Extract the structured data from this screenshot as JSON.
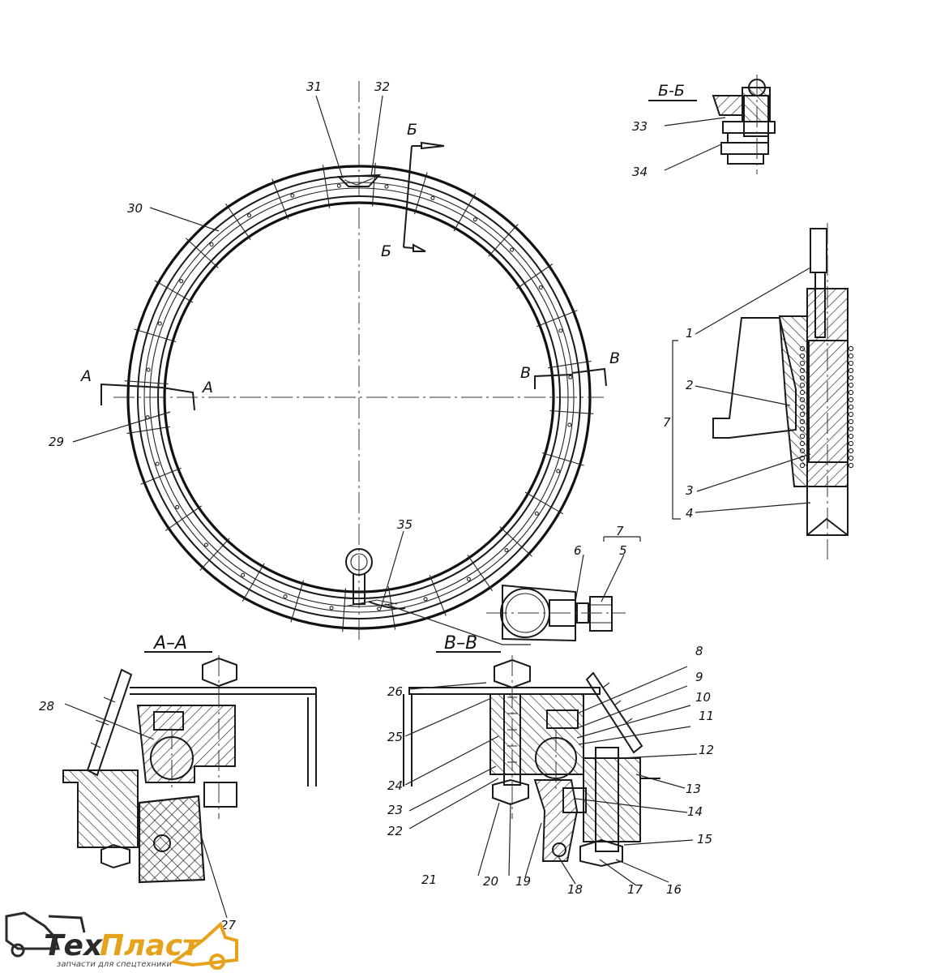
{
  "sections": {
    "aa": "A–A",
    "vv": "В–В",
    "bb": "Б-Б",
    "a_left": "A",
    "a_right": "A",
    "v_left": "В",
    "v_right": "В",
    "b_top": "Б",
    "b_bottom": "Б"
  },
  "callouts": {
    "n1": "1",
    "n2": "2",
    "n3": "3",
    "n4": "4",
    "n5": "5",
    "n6": "6",
    "n7": "7",
    "n7b": "7",
    "n8": "8",
    "n9": "9",
    "n10": "10",
    "n11": "11",
    "n12": "12",
    "n13": "13",
    "n14": "14",
    "n15": "15",
    "n16": "16",
    "n17": "17",
    "n18": "18",
    "n19": "19",
    "n20": "20",
    "n21": "21",
    "n22": "22",
    "n23": "23",
    "n24": "24",
    "n25": "25",
    "n26": "26",
    "n27": "27",
    "n28": "28",
    "n29": "29",
    "n30": "30",
    "n31": "31",
    "n32": "32",
    "n33": "33",
    "n34": "34",
    "n35": "35"
  },
  "logo": {
    "text_part1": "Тех",
    "text_part2": "Пласт",
    "tagline": "запчасти для спецтехники",
    "color_dark": "#2a2a2a",
    "color_accent": "#e6a21a"
  }
}
